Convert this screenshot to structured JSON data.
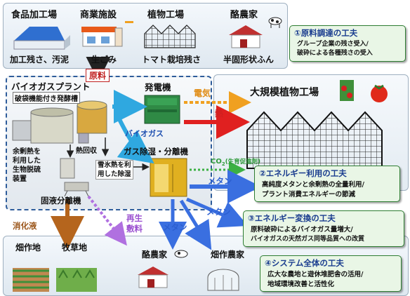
{
  "top_sources": {
    "food_factory": {
      "title": "食品加工場",
      "caption": "加工残さ、汚泥"
    },
    "commercial": {
      "title": "商業施設",
      "caption": "生ごみ"
    },
    "plant_factory": {
      "title": "植物工場",
      "caption": "トマト栽培残さ"
    },
    "dairy": {
      "title": "酪農家",
      "caption": "半固形状ふん"
    }
  },
  "material_label": "原料",
  "biogas_plant": {
    "title": "バイオガスプラント",
    "tank_label": "破袋機能付き発酵槽",
    "desulfurization": "余剰熱を\n利用した\n生物脱硫\n装置",
    "heat_recovery": "熱回収",
    "snow_label": "雪氷熱を利\n用した除湿",
    "generator_label": "発電機",
    "separator_label": "ガス除湿・分離機",
    "solid_liquid_label": "固液分離機"
  },
  "flows": {
    "biogas": "バイオガス",
    "electricity": "電気",
    "heat": "熱",
    "co2": "CO",
    "co2_sub": "2",
    "co2_note": "(生育促進剤)",
    "methane_1": "メタン",
    "methane_2": "メタン",
    "methane_3": "メタン",
    "digestate": "消化液",
    "recycled_bedding": "再生\n敷料"
  },
  "big_factory": {
    "title": "大規模植物工場"
  },
  "bottom": {
    "field": "畑作地",
    "pasture": "牧草地",
    "dairy": "酪農家",
    "field_farm": "畑作農家"
  },
  "notes": [
    {
      "title": "①原料調達の工夫",
      "lines": [
        "グループ企業の残さ受入/",
        "破砕による各種残さの受入"
      ]
    },
    {
      "title": "②エネルギー利用の工夫",
      "lines": [
        "高純度メタンと余剰熱の全量利用/",
        "プラント消費エネルギーの節減"
      ]
    },
    {
      "title": "③エネルギー変換の工夫",
      "lines": [
        "原料破砕によるバイオガス量増大/",
        "バイオガスの天然ガス同等品質への改質"
      ]
    },
    {
      "title": "④システム全体の工夫",
      "lines": [
        "広大な農地と遊休堆肥舎の活用/",
        "地域環境改善と活性化"
      ]
    }
  ],
  "colors": {
    "electricity": "#f0a020",
    "heat": "#e02020",
    "co2": "#3cb043",
    "methane": "#3a6fe0",
    "digestate": "#b5651d",
    "bedding": "#b070e0",
    "biogas": "#2fa8e0",
    "note_title": "#1a3d8f"
  }
}
